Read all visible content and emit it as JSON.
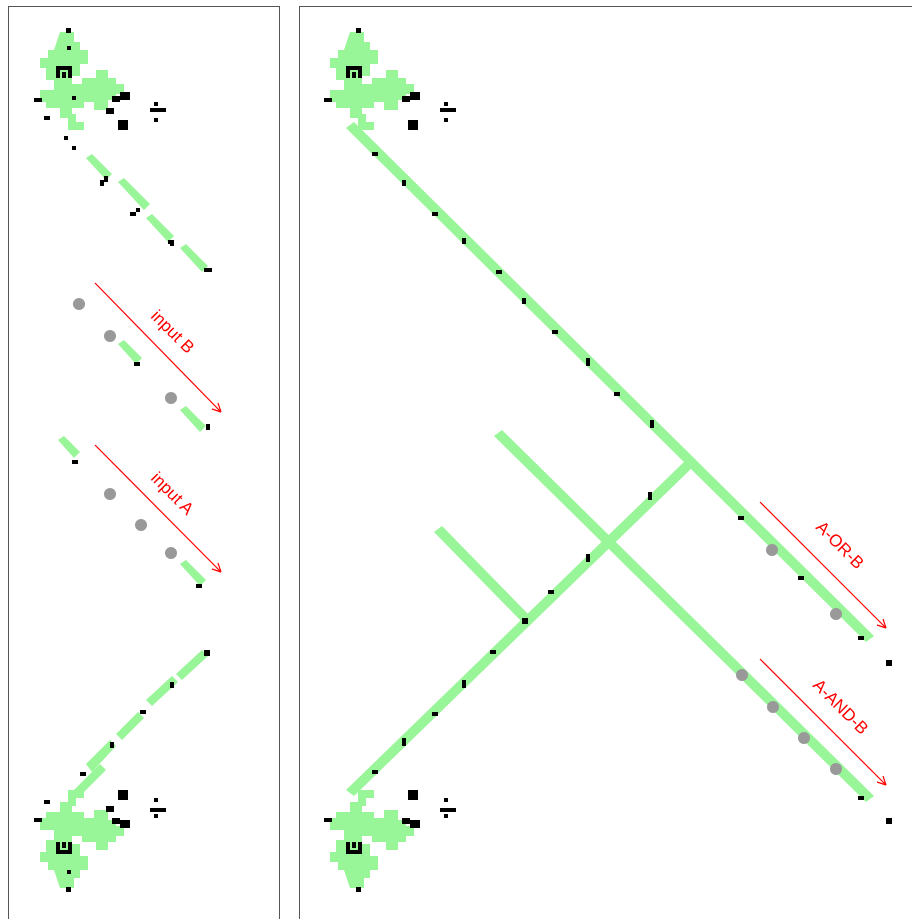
{
  "colors": {
    "cell_live": "#000000",
    "cell_trail": "#98f598",
    "signal_marker": "#999999",
    "arrow": "#ff0000",
    "panel_border": "#555555",
    "background": "#ffffff"
  },
  "left_panel": {
    "labels": {
      "input_b": "input B",
      "input_a": "input A"
    }
  },
  "right_panel": {
    "labels": {
      "or_output": "A-OR-B",
      "and_output": "A-AND-B"
    }
  }
}
